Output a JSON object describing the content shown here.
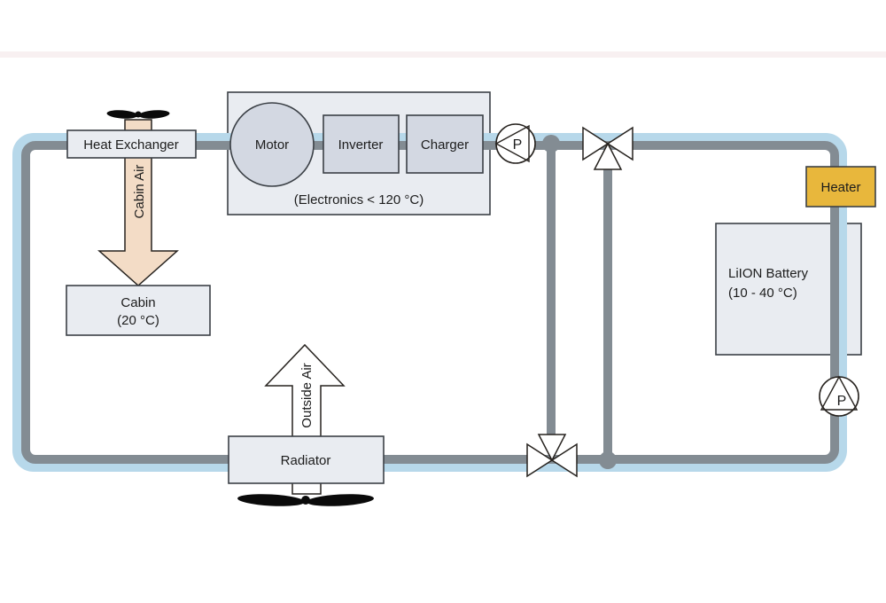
{
  "diagram": {
    "type": "ev-thermal-management-schematic",
    "labels": {
      "heat_exchanger": "Heat Exchanger",
      "cabin_air": "Cabin Air",
      "cabin": "Cabin",
      "cabin_temp": "(20 °C)",
      "motor": "Motor",
      "inverter": "Inverter",
      "charger": "Charger",
      "electronics_note": "(Electronics < 120 °C)",
      "pump_top": "P",
      "pump_right": "P",
      "heater": "Heater",
      "battery_name": "LiION Battery",
      "battery_temp": "(10 - 40 °C)",
      "outside_air": "Outside Air",
      "radiator": "Radiator"
    },
    "colors": {
      "pipe_blue": "#b7d8ea",
      "pipe_gray": "#838c93",
      "box_fill": "#e9ecf1",
      "inner_box_fill": "#d3d8e2",
      "heater_fill": "#e8b73c",
      "cabin_air_fill": "#f3dcc6",
      "outside_air_fill": "#ffffff",
      "outline_dark": "#3b4046",
      "symbol_stroke": "#26221e",
      "fan_black": "#0a0a0a",
      "top_band_pink": "#f8f0f1"
    }
  }
}
